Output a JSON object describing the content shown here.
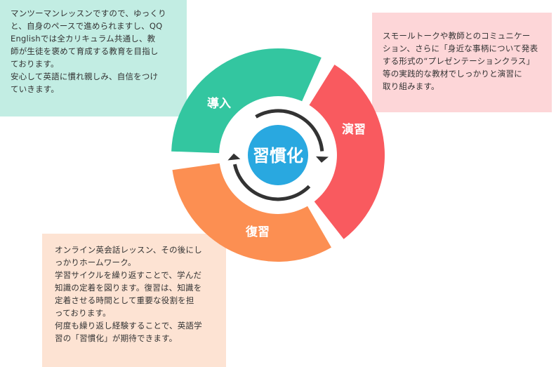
{
  "diagram": {
    "center_label": "習慣化",
    "segments": [
      {
        "label": "導入",
        "color": "#33c6a0"
      },
      {
        "label": "演習",
        "color": "#f95a5f"
      },
      {
        "label": "復習",
        "color": "#fc8f52"
      }
    ],
    "center_color": "#29a8e0",
    "arrow_color": "#333333"
  },
  "notes": {
    "intro": "マンツーマンレッスンですので、ゆっくり\nと、自身のペースで進められますし、QQ\nEnglishでは全カリキュラム共通し、教\n師が生徒を褒めて育成する教育を目指し\nております。\n安心して英語に慣れ親しみ、自信をつけ\nていきます。",
    "practice": "スモールトークや教師とのコミュニケー\nション、さらに「身近な事柄について発表\nする形式の“プレゼンテーションクラス」\n等の実践的な教材でしっかりと演習に\n取り組みます。",
    "review": "オンライン英会話レッスン、その後にし\nっかりホームワーク。\n学習サイクルを繰り返すことで、学んだ\n知識の定着を図ります。復習は、知識を\n定着させる時間として重要な役割を担\nっております。\n何度も繰り返し経験することで、英語学\n習の「習慣化」が期待できます。"
  }
}
